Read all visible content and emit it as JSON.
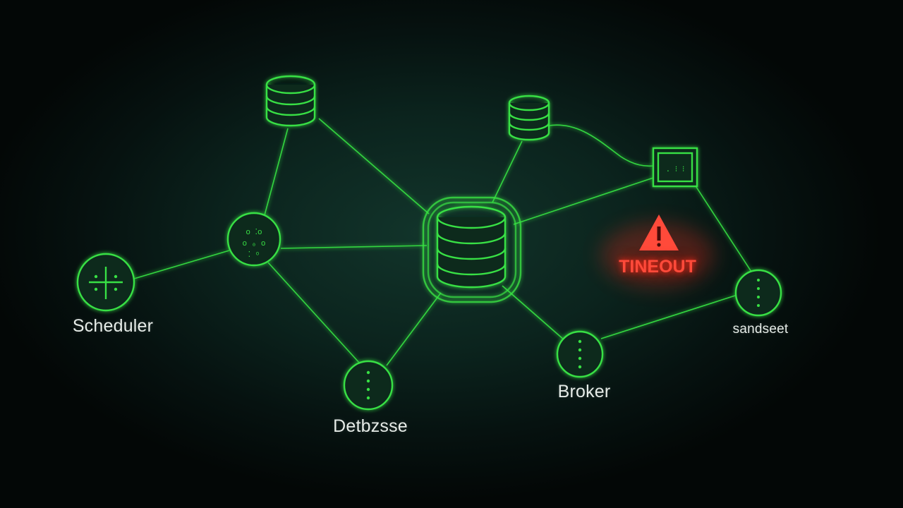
{
  "labels": {
    "scheduler": "Scheduler",
    "database": "Detbzsse",
    "broker": "Broker",
    "right_node": "sandseet"
  },
  "alert": {
    "text": "TINEOUT",
    "icon": "warning-triangle-icon",
    "color": "#ff4a3a"
  },
  "colors": {
    "accent": "#39e044",
    "background": "#0b231d"
  }
}
